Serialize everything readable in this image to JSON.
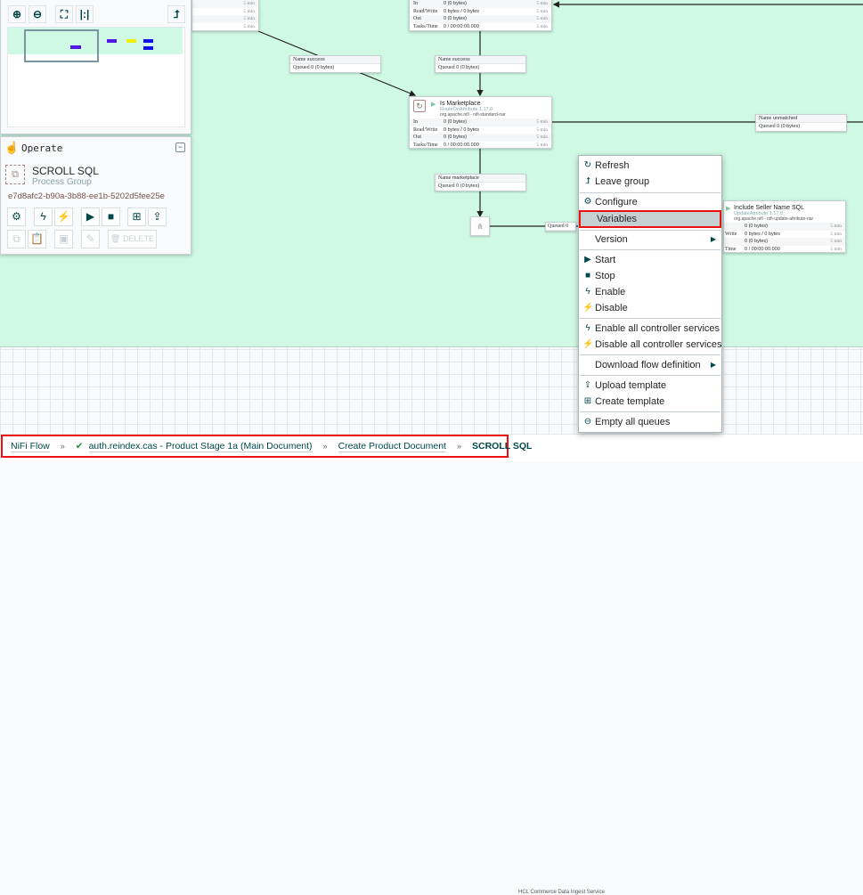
{
  "navigator": {
    "zoom_in": "zoom-in",
    "zoom_out": "zoom-out",
    "fit": "fit",
    "actual": "actual-size",
    "leave": "leave-group"
  },
  "operate": {
    "title": "Operate",
    "component_name": "SCROLL SQL",
    "component_type": "Process Group",
    "component_id": "e7d8afc2-b90a-3b88-ee1b-5202d5fee25e",
    "delete_label": "DELETE"
  },
  "processors": [
    {
      "rows": [
        {
          "k": "",
          "v": "",
          "t": "5 min"
        },
        {
          "k": "",
          "v": "",
          "t": "5 min"
        },
        {
          "k": "",
          "v": "",
          "t": "5 min"
        },
        {
          "k": "",
          "v": "",
          "t": "5 min"
        }
      ]
    },
    {
      "rows": [
        {
          "k": "In",
          "v": "0 (0 bytes)",
          "t": "5 min"
        },
        {
          "k": "Read/Write",
          "v": "0 bytes / 0 bytes",
          "t": "5 min"
        },
        {
          "k": "Out",
          "v": "0 (0 bytes)",
          "t": "5 min"
        },
        {
          "k": "Tasks/Time",
          "v": "0 / 00:00:00.000",
          "t": "5 min"
        }
      ]
    },
    {
      "name": "Is Marketplace",
      "type": "RouteOnAttribute 1.17.0",
      "bundle": "org.apache.nifi - nifi-standard-nar",
      "rows": [
        {
          "k": "In",
          "v": "0 (0 bytes)",
          "t": "5 min"
        },
        {
          "k": "Read/Write",
          "v": "0 bytes / 0 bytes",
          "t": "5 min"
        },
        {
          "k": "Out",
          "v": "0 (0 bytes)",
          "t": "5 min"
        },
        {
          "k": "Tasks/Time",
          "v": "0 / 00:00:00.000",
          "t": "5 min"
        }
      ]
    },
    {
      "name": "Include Seller Name SQL",
      "type": "UpdateAttribute 1.17.0",
      "bundle": "org.apache.nifi - nifi-update-attribute-nar",
      "rows": [
        {
          "k": "",
          "v": "0 (0 bytes)",
          "t": "5 min"
        },
        {
          "k": "Write",
          "v": "0 bytes / 0 bytes",
          "t": "5 min"
        },
        {
          "k": "",
          "v": "0 (0 bytes)",
          "t": "5 min"
        },
        {
          "k": "Time",
          "v": "0 / 00:00:00.000",
          "t": "5 min"
        }
      ]
    }
  ],
  "connections": [
    {
      "name_label": "Name",
      "name": "success",
      "queued_label": "Queued",
      "queued": "0 (0 bytes)"
    },
    {
      "name_label": "Name",
      "name": "success",
      "queued_label": "Queued",
      "queued": "0 (0 bytes)"
    },
    {
      "name_label": "Name",
      "name": "marketplace",
      "queued_label": "Queued",
      "queued": "0 (0 bytes)"
    },
    {
      "name_label": "Name",
      "name": "unmatched",
      "queued_label": "Queued",
      "queued": "0 (0 bytes)"
    }
  ],
  "partial_conn": "Queued 0",
  "menu": [
    {
      "label": "Refresh",
      "icon": "↻"
    },
    {
      "label": "Leave group",
      "icon": "⮥"
    },
    {
      "label": "Configure",
      "icon": "⚙"
    },
    {
      "label": "Variables",
      "icon": ""
    },
    {
      "label": "Version",
      "icon": ""
    },
    {
      "label": "Start",
      "icon": "▶"
    },
    {
      "label": "Stop",
      "icon": "■"
    },
    {
      "label": "Enable",
      "icon": "ϟ"
    },
    {
      "label": "Disable",
      "icon": "⚡"
    },
    {
      "label": "Enable all controller services",
      "icon": "ϟ"
    },
    {
      "label": "Disable all controller services",
      "icon": "⚡"
    },
    {
      "label": "Download flow definition",
      "icon": ""
    },
    {
      "label": "Upload template",
      "icon": "⇪"
    },
    {
      "label": "Create template",
      "icon": "⊞"
    },
    {
      "label": "Empty all queues",
      "icon": "⊖"
    }
  ],
  "breadcrumb": [
    "NiFi Flow",
    "auth.reindex.cas - Product Stage 1a (Main Document)",
    "Create Product Document",
    "SCROLL SQL"
  ],
  "footer": "HCL Commerce Data Ingest Service"
}
